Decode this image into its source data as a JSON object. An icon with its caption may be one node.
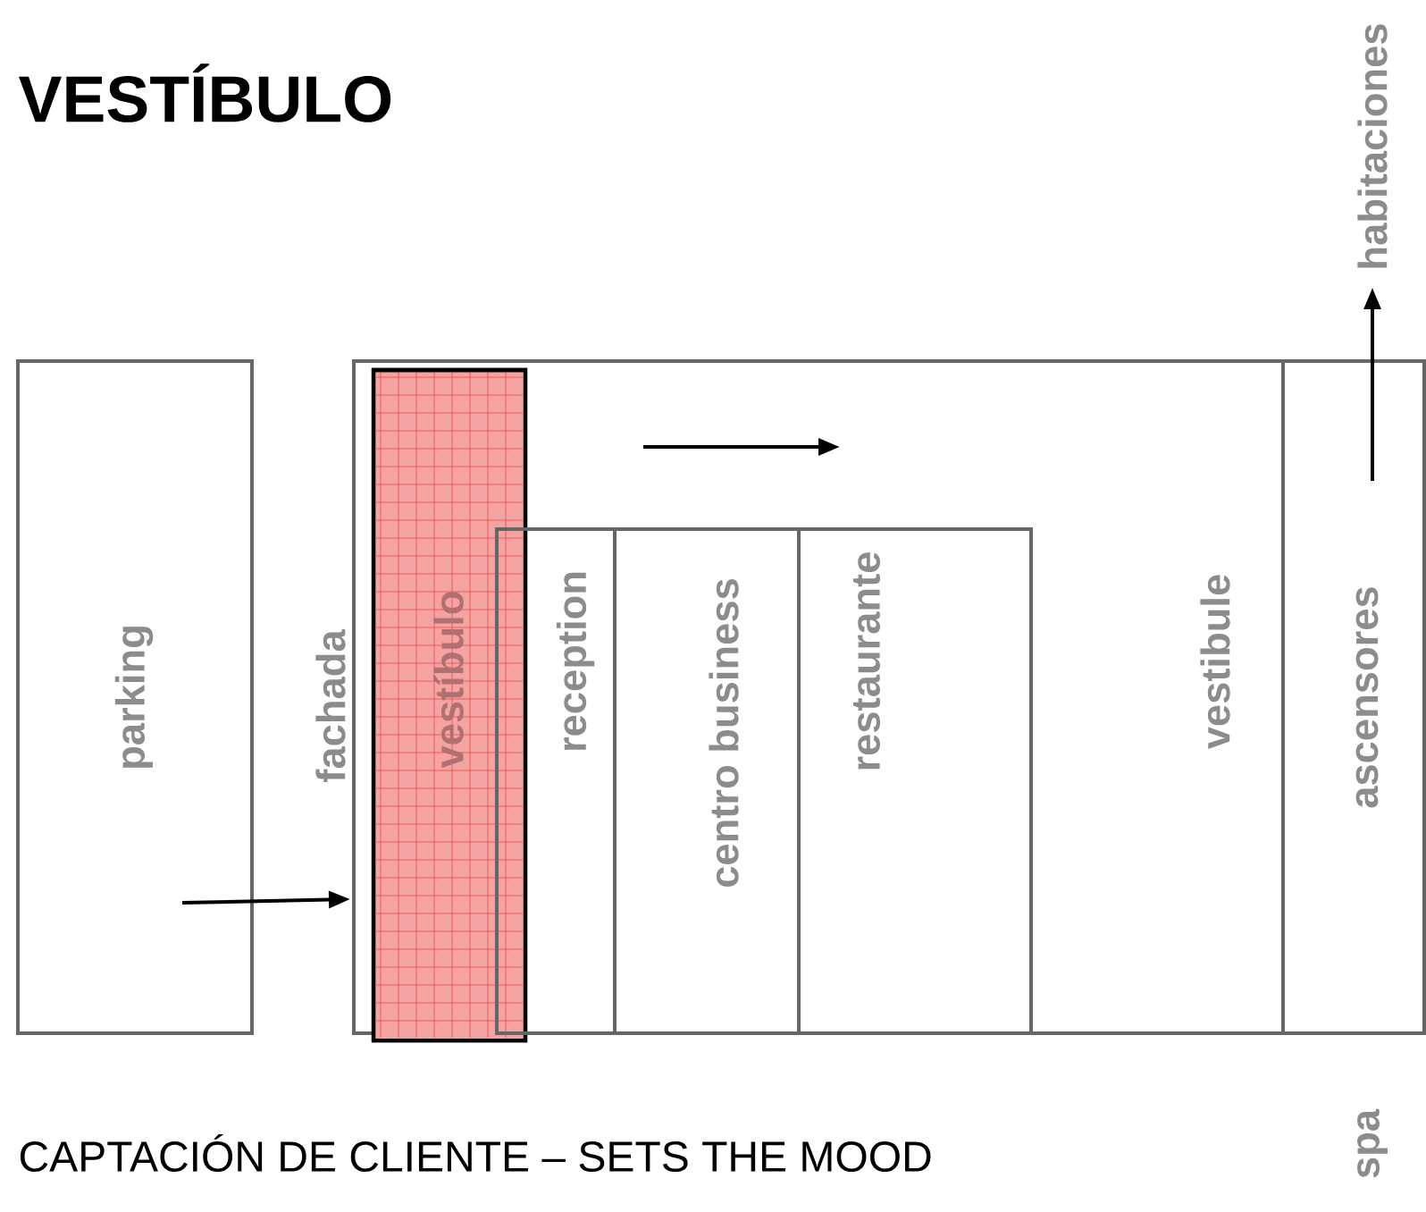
{
  "diagram": {
    "title": "VESTÍBULO",
    "nodes": [
      {
        "text": [
          "parking"
        ]
      },
      {
        "text": [
          "fachada",
          "vestibule"
        ]
      },
      {
        "text": [
          "vestíbulo"
        ],
        "in": 1
      },
      {
        "text": [
          "reception"
        ],
        "in": 1
      },
      {
        "text": [
          "centro business"
        ],
        "in": 1
      },
      {
        "text": [
          "restaurante"
        ],
        "in": 1
      },
      {
        "text": [
          "ascensores"
        ],
        "in": 1
      },
      {
        "text": [
          "habitaciones"
        ]
      }
    ],
    "edges": [
      {
        "from": 0,
        "to": 1,
        "arrow": "to"
      },
      {
        "from": 6,
        "to": 7,
        "arrow": "to"
      }
    ],
    "labels": [
      "CAPTACIÓN DE CLIENTE – SETS THE MOOD",
      "spa"
    ]
  }
}
